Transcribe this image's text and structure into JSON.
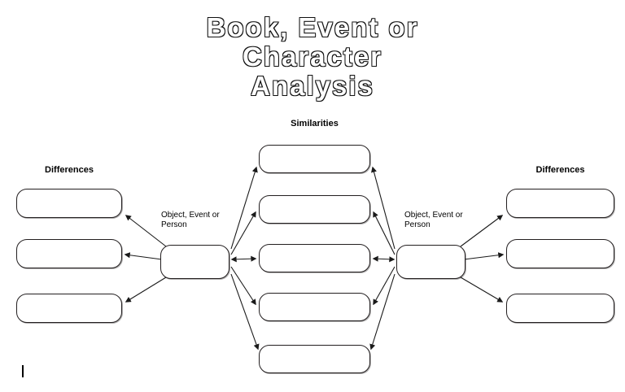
{
  "title": {
    "lines": [
      "Book, Event or",
      "Character",
      "Analysis"
    ]
  },
  "center": {
    "similarities_label": "Similarities"
  },
  "left": {
    "differences_label": "Differences",
    "hub_label": {
      "line1": "Object, Event or",
      "line2": "Person"
    }
  },
  "right": {
    "differences_label": "Differences",
    "hub_label": {
      "line1": "Object, Event or",
      "line2": "Person"
    }
  },
  "colors": {
    "background": "#ffffff",
    "box_border": "#231f20",
    "line": "#1a1a1a",
    "text": "#000000"
  }
}
